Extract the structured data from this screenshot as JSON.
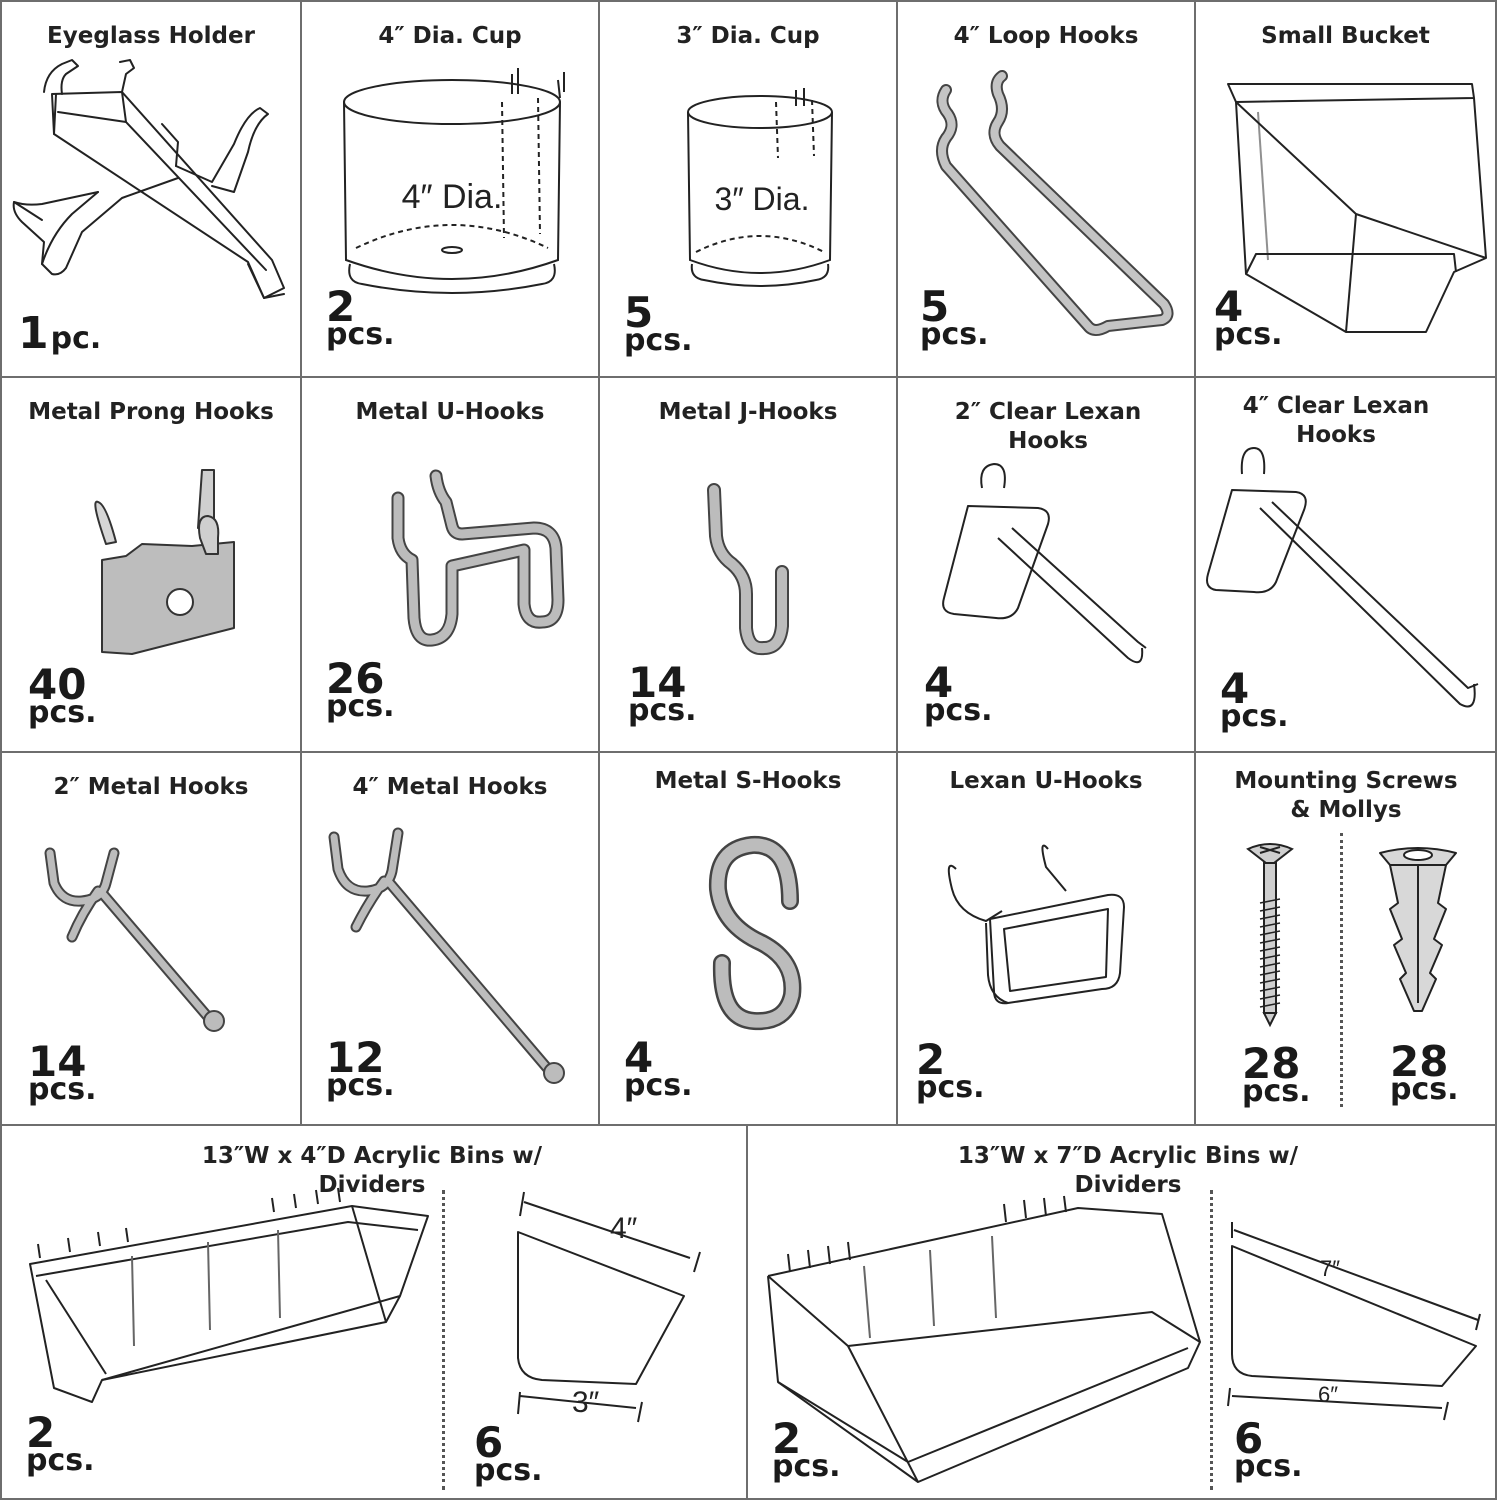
{
  "items": [
    {
      "title": "Eyeglass Holder",
      "count": "1",
      "unit": "pc.",
      "icon": "eyeglass-holder-icon"
    },
    {
      "title": "4″ Dia. Cup",
      "label": "4″ Dia.",
      "count": "2",
      "unit": "pcs.",
      "icon": "cup-icon"
    },
    {
      "title": "3″ Dia. Cup",
      "label": "3″ Dia.",
      "count": "5",
      "unit": "pcs.",
      "icon": "cup-icon"
    },
    {
      "title": "4″ Loop Hooks",
      "count": "5",
      "unit": "pcs.",
      "icon": "loop-hook-icon"
    },
    {
      "title": "Small Bucket",
      "count": "4",
      "unit": "pcs.",
      "icon": "bucket-icon"
    },
    {
      "title": "Metal Prong Hooks",
      "count": "40",
      "unit": "pcs.",
      "icon": "prong-hook-icon"
    },
    {
      "title": "Metal U-Hooks",
      "count": "26",
      "unit": "pcs.",
      "icon": "u-hook-icon"
    },
    {
      "title": "Metal J-Hooks",
      "count": "14",
      "unit": "pcs.",
      "icon": "j-hook-icon"
    },
    {
      "title": "2″ Clear Lexan Hooks",
      "count": "4",
      "unit": "pcs.",
      "icon": "lexan-hook-icon"
    },
    {
      "title": "4″ Clear Lexan Hooks",
      "count": "4",
      "unit": "pcs.",
      "icon": "lexan-hook-icon"
    },
    {
      "title": "2″ Metal Hooks",
      "count": "14",
      "unit": "pcs.",
      "icon": "metal-hook-icon"
    },
    {
      "title": "4″ Metal Hooks",
      "count": "12",
      "unit": "pcs.",
      "icon": "metal-hook-icon"
    },
    {
      "title": "Metal S-Hooks",
      "count": "4",
      "unit": "pcs.",
      "icon": "s-hook-icon"
    },
    {
      "title": "Lexan U-Hooks",
      "count": "2",
      "unit": "pcs.",
      "icon": "lexan-u-hook-icon"
    },
    {
      "title": "Mounting Screws & Mollys",
      "count": "28",
      "unit": "pcs.",
      "count2": "28",
      "unit2": "pcs.",
      "icon": "screw-icon",
      "icon2": "molly-icon"
    }
  ],
  "bins": [
    {
      "title": "13″W x 4″D Acrylic Bins w/ Dividers",
      "count": "2",
      "unit": "pcs.",
      "divider_count": "6",
      "divider_unit": "pcs.",
      "dim_top": "4″",
      "dim_bottom": "3″",
      "icon": "acrylic-bin-icon",
      "divider_icon": "divider-icon"
    },
    {
      "title": "13″W x 7″D Acrylic Bins w/ Dividers",
      "count": "2",
      "unit": "pcs.",
      "divider_count": "6",
      "divider_unit": "pcs.",
      "dim_top": "7″",
      "dim_bottom": "6″",
      "icon": "acrylic-bin-icon",
      "divider_icon": "divider-icon"
    }
  ],
  "colors": {
    "border": "#6e6e6e",
    "ink": "#1a1a1a",
    "metal": "#b8b8b8",
    "metal_edge": "#444444",
    "prong_fill": "#bdbdbd"
  }
}
